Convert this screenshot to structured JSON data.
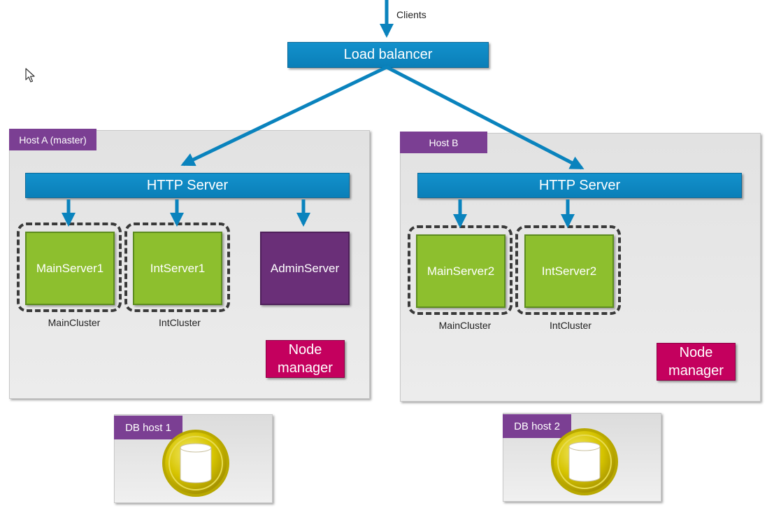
{
  "clients_label": "Clients",
  "load_balancer": "Load balancer",
  "host_a": {
    "tag": "Host A (master)",
    "http_server": "HTTP Server",
    "main_server": "MainServer1",
    "int_server": "IntServer1",
    "admin_server": "AdminServer",
    "main_cluster": "MainCluster",
    "int_cluster": "IntCluster",
    "node_manager_line1": "Node",
    "node_manager_line2": "manager"
  },
  "host_b": {
    "tag": "Host B",
    "http_server": "HTTP Server",
    "main_server": "MainServer2",
    "int_server": "IntServer2",
    "main_cluster": "MainCluster",
    "int_cluster": "IntCluster",
    "node_manager_line1": "Node",
    "node_manager_line2": "manager"
  },
  "db1": {
    "tag": "DB host 1",
    "icon": "database-icon"
  },
  "db2": {
    "tag": "DB host 2",
    "icon": "database-icon"
  },
  "colors": {
    "blue": "#0a83bd",
    "green": "#8dbf2e",
    "purple": "#7b3f93",
    "admin_purple": "#6a2f78",
    "magenta": "#c4005e",
    "db_gold": "#d8c700"
  }
}
